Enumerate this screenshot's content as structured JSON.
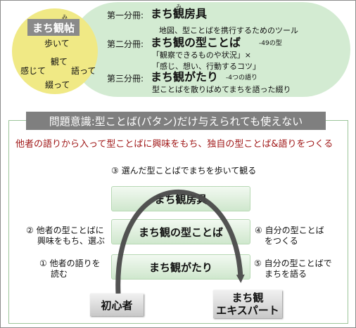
{
  "top": {
    "badge_label": "まち観帖",
    "badge_ruby": "み",
    "circle_verbs": [
      "歩いて",
      "観て",
      "感じて",
      "語って",
      "綴って"
    ],
    "books": [
      {
        "prefix": "第一分冊:",
        "title": "まち観房具",
        "title_ruby": "み",
        "note": "",
        "desc": [
          "地図、型ことばを携行するためのツール"
        ]
      },
      {
        "prefix": "第二分冊:",
        "title": "まち観の型ことば",
        "title_ruby": "",
        "note": "-49の型",
        "desc": [
          "「観察できるものや状況」×",
          "「感じ、想い、行動するコツ」"
        ]
      },
      {
        "prefix": "第三分冊:",
        "title": "まち観がたり",
        "title_ruby": "",
        "note": "-4つの語り",
        "desc": [
          "型ことばを散りばめてまちを語った綴り"
        ]
      }
    ]
  },
  "bottom": {
    "banner": "問題意識:型ことば(パタン)だけ与えられても使えない",
    "headline": "他者の語りから入って型ことばに興味をもち、独自の型ことば&語りをつくる",
    "step3": "③ 選んだ型ことばでまちを歩いて観る",
    "layers": [
      "まち観房具",
      "まち観の型ことば",
      "まち観がたり"
    ],
    "left_steps": [
      {
        "lines": [
          "② 他者の型ことばに",
          "興味をもち、選ぶ"
        ]
      },
      {
        "lines": [
          "① 他者の語りを",
          "読む"
        ]
      }
    ],
    "right_steps": [
      {
        "lines": [
          "④ 自分の型ことば",
          "をつくる"
        ]
      },
      {
        "lines": [
          "⑤ 自分の型ことばで",
          "まちを語る"
        ]
      }
    ],
    "start_label": "初心者",
    "end_label": [
      "まち観",
      "エキスパート"
    ]
  },
  "colors": {
    "pill": "#d3ebd2",
    "circle": "#f0e985",
    "banner": "#7f7f7f",
    "headline": "#a01818",
    "arrow": "#4a4a4a",
    "layer": "#d4ead2"
  }
}
